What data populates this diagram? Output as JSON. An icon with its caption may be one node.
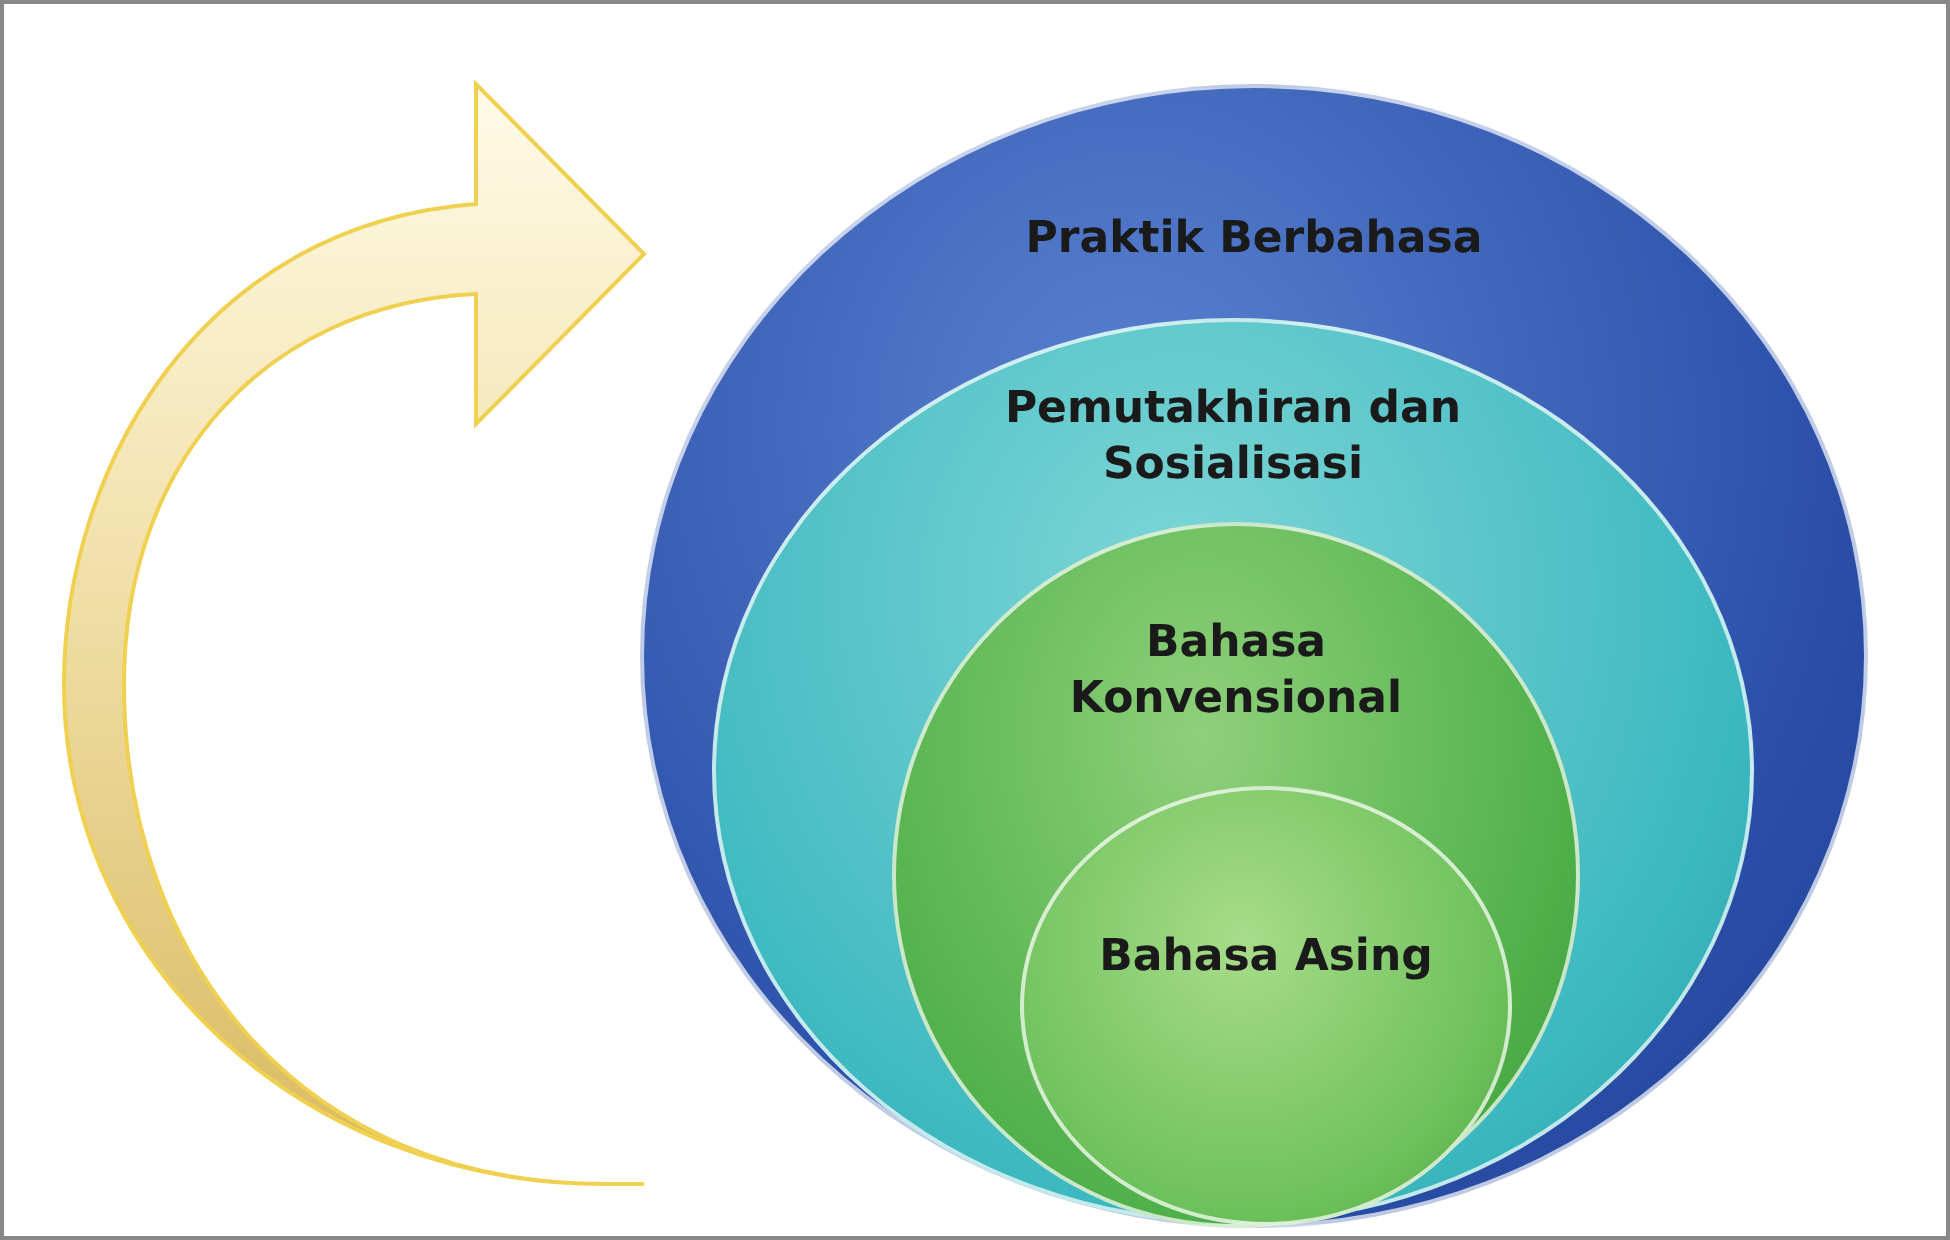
{
  "diagram": {
    "nodes": [
      {
        "text": [
          "Praktik Berbahasa"
        ]
      },
      {
        "text": [
          "Pemutakhiran dan Sosialisasi"
        ],
        "in": 0
      },
      {
        "text": [
          "Bahasa Konvensional"
        ],
        "in": 1
      },
      {
        "text": [
          "Bahasa Asing"
        ],
        "in": 2
      }
    ]
  }
}
